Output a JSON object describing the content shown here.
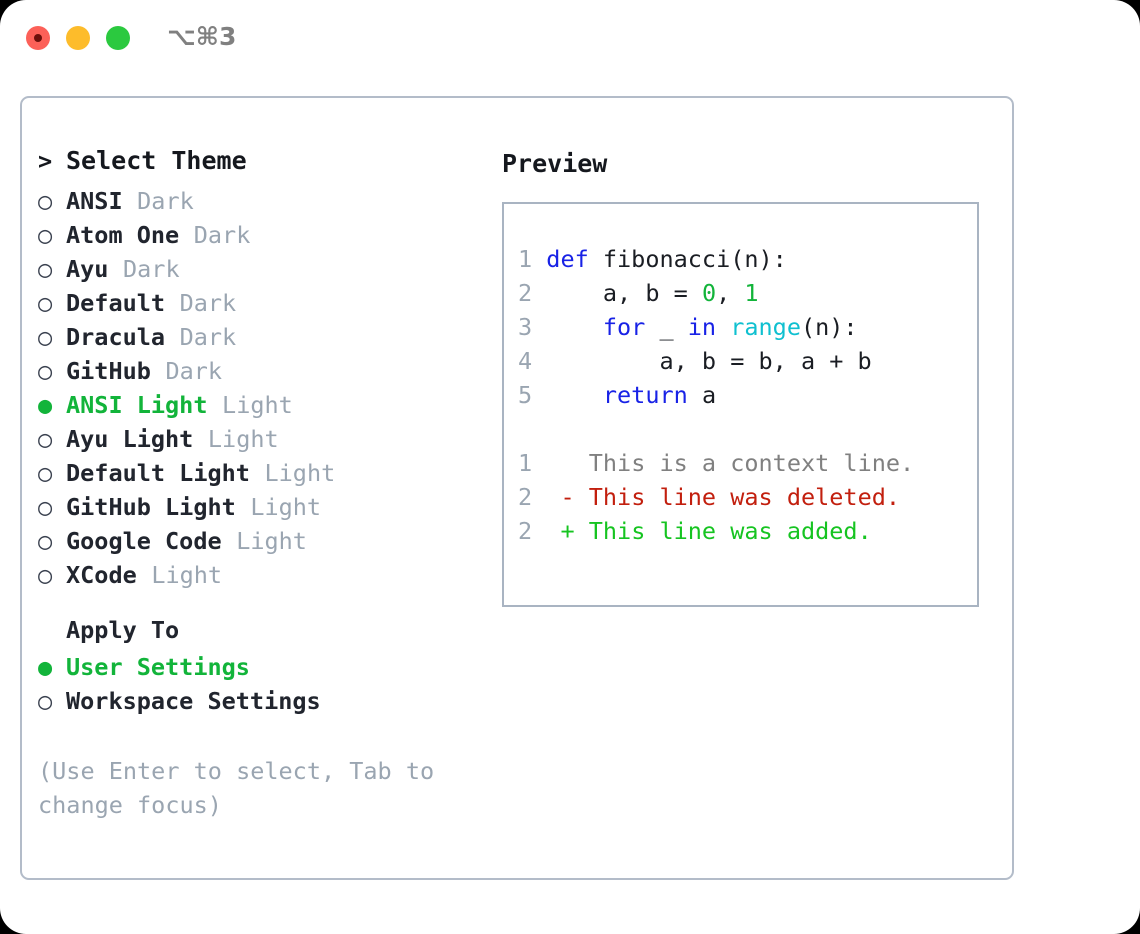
{
  "window": {
    "shortcut_label": "⌥⌘3",
    "traffic_lights": [
      "close-red",
      "minimize-yellow",
      "maximize-green"
    ],
    "colors": {
      "red": "#fc6058",
      "yellow": "#fdbc2b",
      "green": "#2bc93f",
      "panel_border": "#b3bcc9",
      "preview_border": "#a9b4c2",
      "accent_green": "#12b43a",
      "dim_text": "#9aa5b1",
      "body_text": "#21252e"
    }
  },
  "theme_picker": {
    "prompt_marker": ">",
    "title": "Select Theme",
    "selected_index": 6,
    "items": [
      {
        "marker": "○",
        "name": "ANSI",
        "variant": "Dark",
        "selected": false
      },
      {
        "marker": "○",
        "name": "Atom One",
        "variant": "Dark",
        "selected": false
      },
      {
        "marker": "○",
        "name": "Ayu",
        "variant": "Dark",
        "selected": false
      },
      {
        "marker": "○",
        "name": "Default",
        "variant": "Dark",
        "selected": false
      },
      {
        "marker": "○",
        "name": "Dracula",
        "variant": "Dark",
        "selected": false
      },
      {
        "marker": "○",
        "name": "GitHub",
        "variant": "Dark",
        "selected": false
      },
      {
        "marker": "●",
        "name": "ANSI Light",
        "variant": "Light",
        "selected": true
      },
      {
        "marker": "○",
        "name": "Ayu Light",
        "variant": "Light",
        "selected": false
      },
      {
        "marker": "○",
        "name": "Default Light",
        "variant": "Light",
        "selected": false
      },
      {
        "marker": "○",
        "name": "GitHub Light",
        "variant": "Light",
        "selected": false
      },
      {
        "marker": "○",
        "name": "Google Code",
        "variant": "Light",
        "selected": false
      },
      {
        "marker": "○",
        "name": "XCode",
        "variant": "Light",
        "selected": false
      }
    ]
  },
  "apply_to": {
    "heading": "Apply To",
    "heading_marker": " ",
    "options": [
      {
        "marker": "●",
        "label": "User Settings",
        "selected": true
      },
      {
        "marker": "○",
        "label": "Workspace Settings",
        "selected": false
      }
    ]
  },
  "hint": "(Use Enter to select, Tab to change focus)",
  "preview": {
    "title": "Preview",
    "code_lines": [
      {
        "no": "1",
        "tokens": [
          {
            "t": "def ",
            "c": "kw"
          },
          {
            "t": "fibonacci(n):",
            "c": "txt"
          }
        ]
      },
      {
        "no": "2",
        "tokens": [
          {
            "t": "    a, b = ",
            "c": "txt"
          },
          {
            "t": "0",
            "c": "num"
          },
          {
            "t": ", ",
            "c": "txt"
          },
          {
            "t": "1",
            "c": "num"
          }
        ]
      },
      {
        "no": "3",
        "tokens": [
          {
            "t": "    ",
            "c": "txt"
          },
          {
            "t": "for ",
            "c": "kw"
          },
          {
            "t": "_ ",
            "c": "txt"
          },
          {
            "t": "in ",
            "c": "kw"
          },
          {
            "t": "range",
            "c": "fn"
          },
          {
            "t": "(n):",
            "c": "txt"
          }
        ]
      },
      {
        "no": "4",
        "tokens": [
          {
            "t": "        a, b = b, a + b",
            "c": "txt"
          }
        ]
      },
      {
        "no": "5",
        "tokens": [
          {
            "t": "    ",
            "c": "txt"
          },
          {
            "t": "return ",
            "c": "kw"
          },
          {
            "t": "a",
            "c": "txt"
          }
        ]
      }
    ],
    "diff_lines": [
      {
        "no": "1",
        "marker": " ",
        "text": "This is a context line.",
        "kind": "ctx"
      },
      {
        "no": "2",
        "marker": "-",
        "text": "This line was deleted.",
        "kind": "del"
      },
      {
        "no": "2",
        "marker": "+",
        "text": "This line was added.",
        "kind": "add"
      }
    ]
  }
}
